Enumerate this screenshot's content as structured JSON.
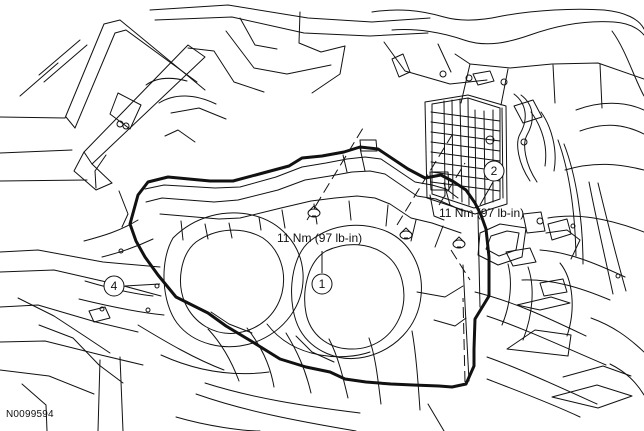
{
  "callouts": {
    "c1": "1",
    "c2": "2",
    "c4": "4"
  },
  "torque_specs": {
    "left": "11 Nm (97 lb-in)",
    "right": "11 Nm (97 lb-in)"
  },
  "figure_id": "N0099594",
  "colors": {
    "line": "#111111",
    "light_line": "#444444",
    "background": "#ffffff"
  }
}
